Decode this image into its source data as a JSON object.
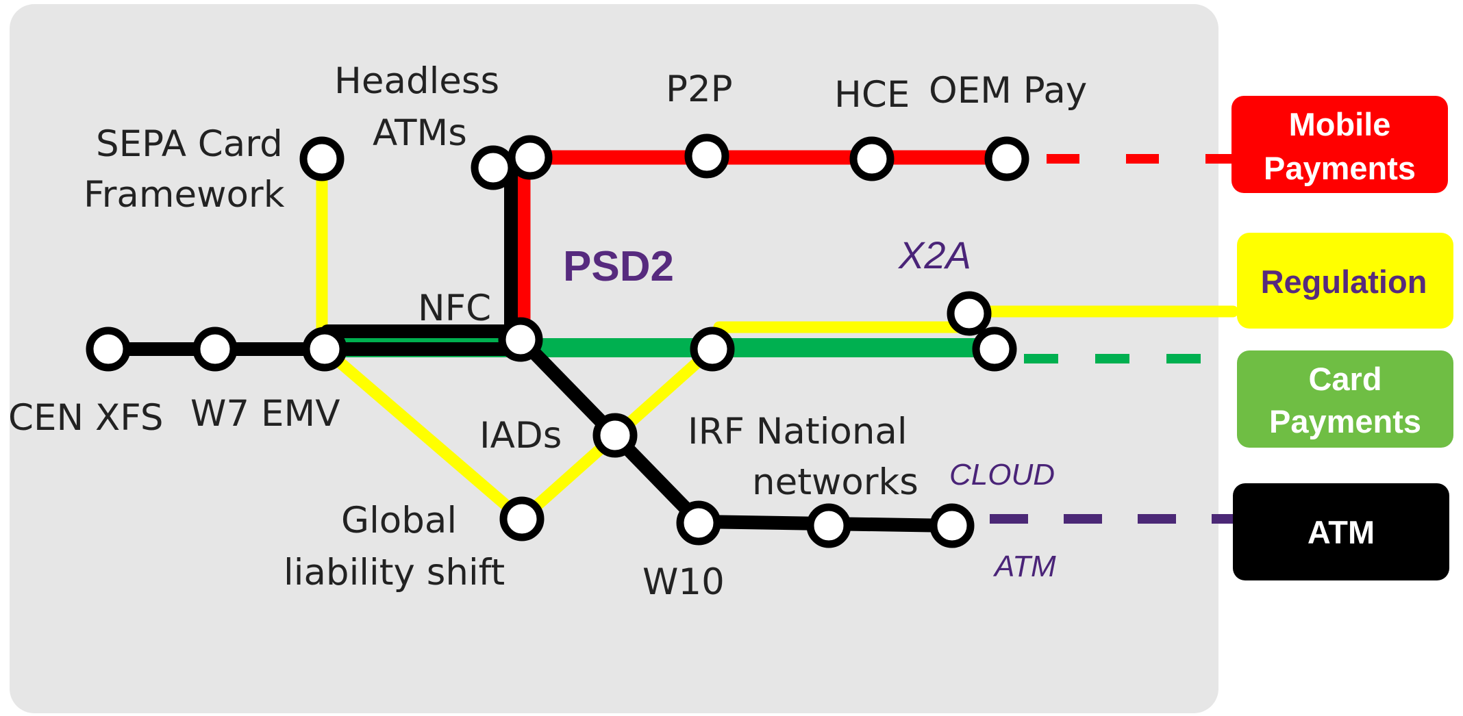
{
  "stations": {
    "cen_xfs": "CEN XFS",
    "w7_emv": "W7 EMV",
    "sepa_line1": "SEPA Card",
    "sepa_line2": "Framework",
    "headless_line1": "Headless",
    "headless_line2": "ATMs",
    "p2p": "P2P",
    "hce": "HCE",
    "oem_pay": "OEM Pay",
    "nfc": "NFC",
    "iads": "IADs",
    "irf_line1": "IRF National",
    "irf_line2": "networks",
    "global_line1": "Global",
    "global_line2": "liability shift",
    "w10": "W10"
  },
  "annotations": {
    "psd2": "PSD2",
    "x2a": "X2A",
    "cloud": "CLOUD",
    "atm": "ATM"
  },
  "legend": [
    {
      "line1": "Mobile",
      "line2": "Payments",
      "color": "#ff0000",
      "text_color": "#ffffff"
    },
    {
      "line1": "Regulation",
      "line2": "",
      "color": "#ffff00",
      "text_color": "#562a7e"
    },
    {
      "line1": "Card",
      "line2": "Payments",
      "color": "#6fbe44",
      "text_color": "#ffffff"
    },
    {
      "line1": "ATM",
      "line2": "",
      "color": "#000000",
      "text_color": "#ffffff"
    }
  ],
  "line_colors": {
    "mobile_payments": "#ff0000",
    "regulation": "#ffff00",
    "card_payments": "#00b050",
    "atm": "#000000",
    "cloud_connector": "#4b2876"
  }
}
